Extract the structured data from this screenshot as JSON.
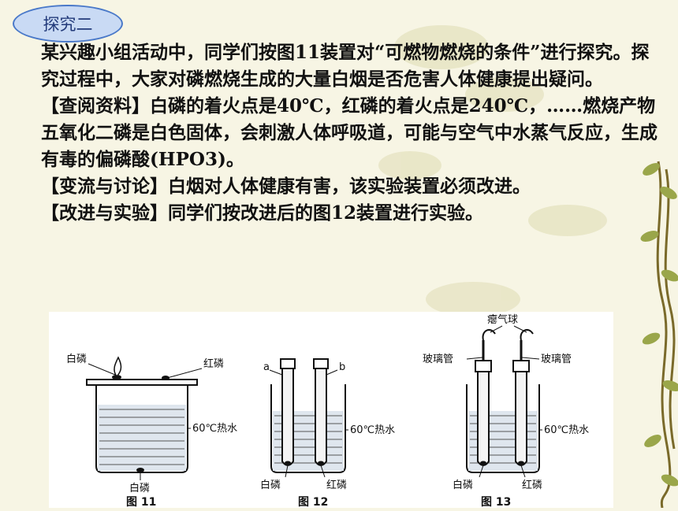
{
  "badge": {
    "label": "探究二"
  },
  "paragraphs": [
    "某兴趣小组活动中，同学们按图11装置对“可燃物燃烧的条件”进行探究。探究过程中，大家对磷燃烧生成的大量白烟是否危害人体健康提出疑问。",
    "【查阅资料】白磷的着火点是40℃，红磷的着火点是240℃，……燃烧产物五氧化二磷是白色固体，会刺激人体呼吸道，可能与空气中水蒸气反应，生成有毒的偏磷酸(HPO3)。",
    "【变流与讨论】白烟对人体健康有害，该实验装置必须改进。",
    "【改进与实验】同学们按改进后的图12装置进行实验。"
  ],
  "figures": {
    "fig11": {
      "caption": "图 11",
      "white_p_top": "白磷",
      "red_p": "红磷",
      "water": "60℃热水",
      "white_p_bottom": "白磷"
    },
    "fig12": {
      "caption": "图 12",
      "a": "a",
      "b": "b",
      "water": "60℃热水",
      "white_p": "白磷",
      "red_p": "红磷"
    },
    "fig13": {
      "caption": "图 13",
      "balloon": "瘪气球",
      "tube_left": "玻璃管",
      "tube_right": "玻璃管",
      "water": "60℃热水",
      "white_p": "白磷",
      "red_p": "红磷"
    }
  }
}
